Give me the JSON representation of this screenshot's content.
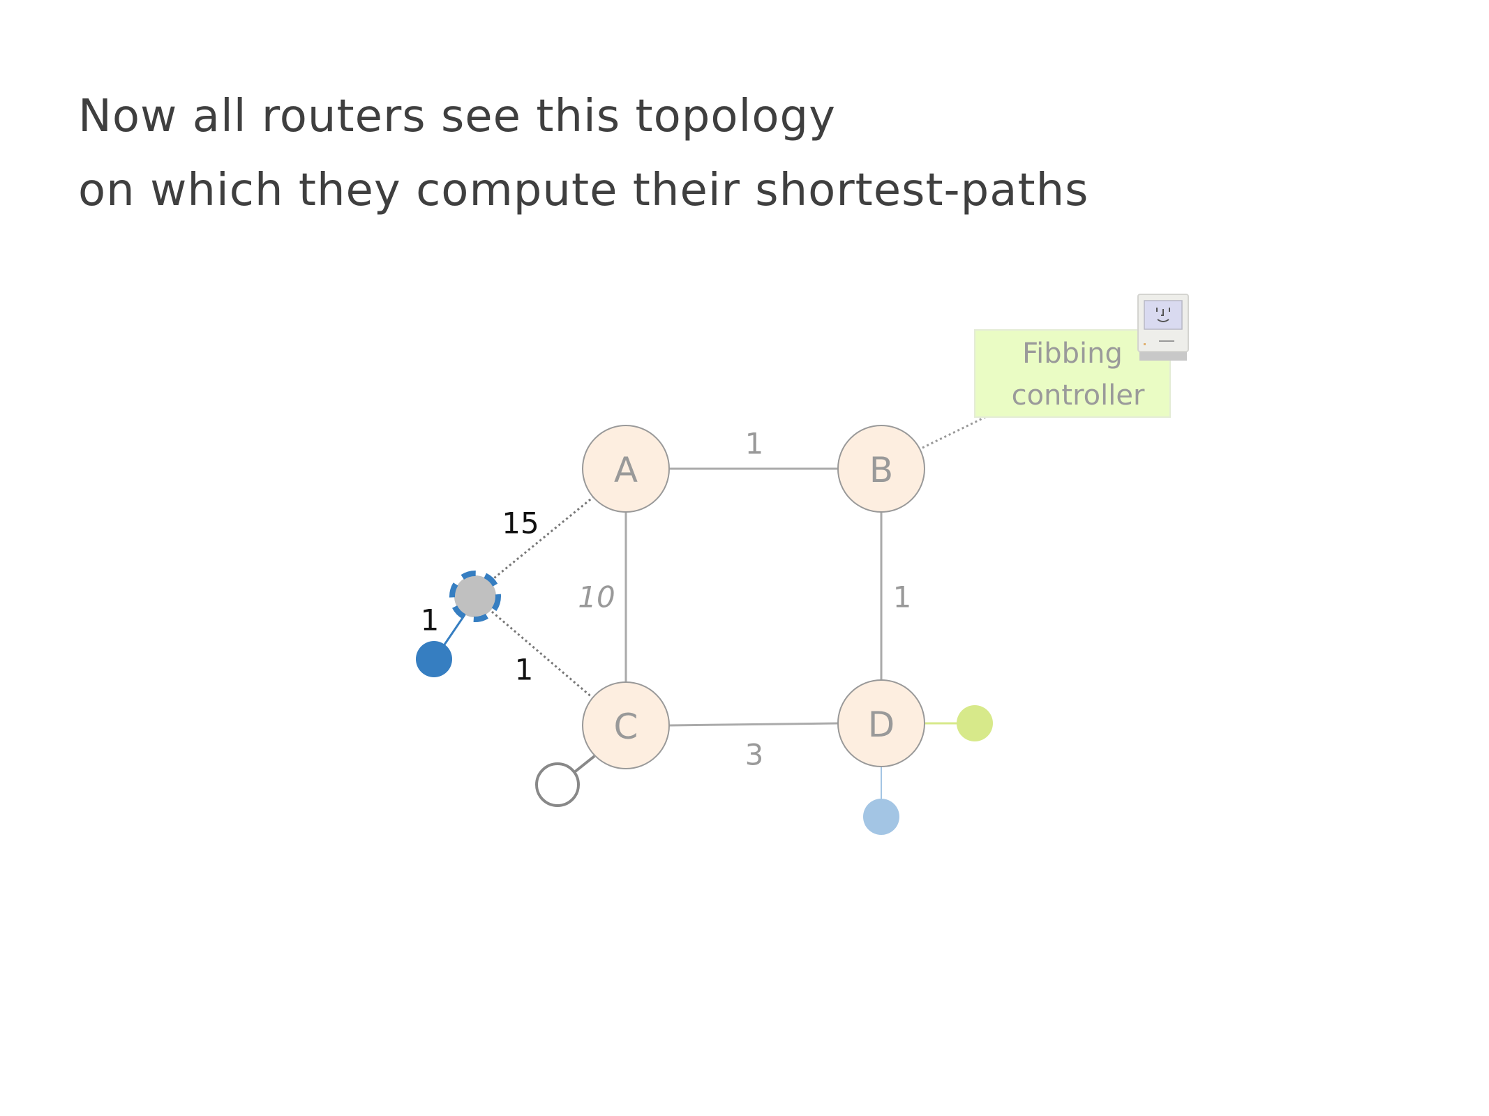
{
  "title": {
    "line1": "Now all routers see this topology",
    "line2": "on which they compute their shortest-paths"
  },
  "nodes": {
    "a": "A",
    "b": "B",
    "c": "C",
    "d": "D"
  },
  "edges": {
    "a_b": "1",
    "a_c": "10",
    "b_d": "1",
    "c_d": "3",
    "fake_a": "15",
    "fake_c": "1",
    "fake_dest": "1"
  },
  "controller": {
    "line1": "Fibbing",
    "line2": "controller"
  },
  "colors": {
    "router_fill": "#fdeee0",
    "router_stroke": "#999999",
    "link": "#aaaaaa",
    "fake_node": "#c0c0c0",
    "blue": "#367ec1",
    "light_blue": "#a3c5e4",
    "green": "#d7e98a",
    "controller_bg": "#eafcc4"
  }
}
